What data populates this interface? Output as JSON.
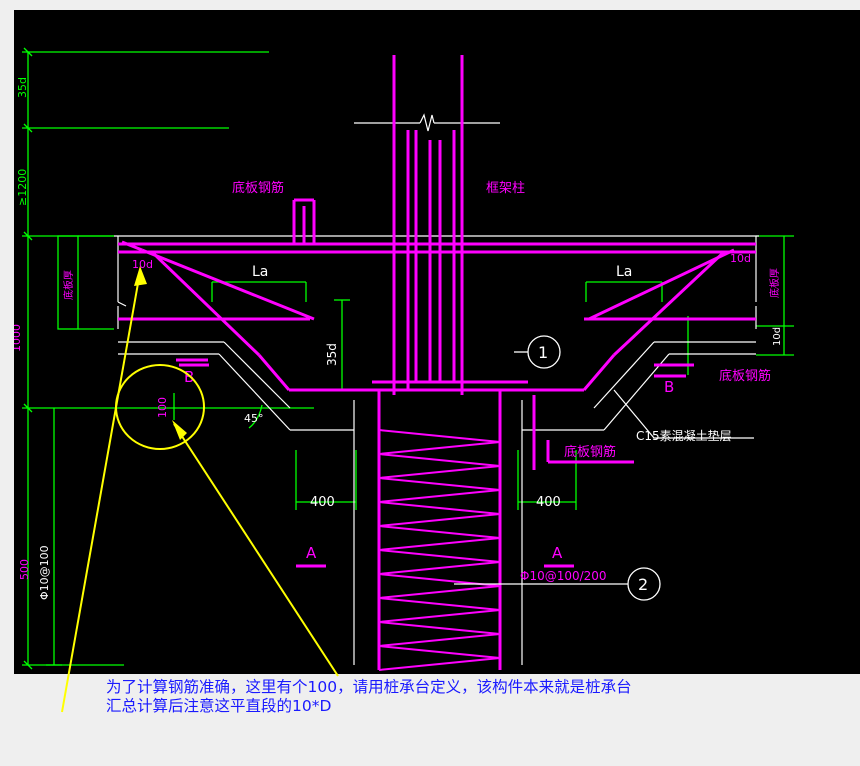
{
  "colors": {
    "background": "#000000",
    "rebar": "#ff00ff",
    "dimension": "#00ff00",
    "outline": "#ffffff",
    "annotation": "#ffff00",
    "note_text": "#1a1aff"
  },
  "drawing": {
    "labels": {
      "bottom_rebar_top_left": "底板钢筋",
      "frame_column": "框架柱",
      "bottom_rebar_right": "底板钢筋",
      "bottom_rebar_lower": "底板钢筋",
      "slab_thickness_left": "底板厚",
      "slab_thickness_right": "底板厚",
      "cushion": "C15素混凝土垫层"
    },
    "dimensions": {
      "top_35d": "35d",
      "ge_1200": "≥1200",
      "side_1000": "1000",
      "la_left": "La",
      "la_right": "La",
      "d10_left": "10d",
      "d10_right": "10d",
      "d10_side": "10d",
      "d35_mid": "35d",
      "dim_100": "100",
      "angle_45": "45°",
      "w400_left": "400",
      "w400_right": "400",
      "left_500": "500",
      "stirrup_left": "Φ10@100"
    },
    "markers": {
      "section_a_left": "A",
      "section_a_right": "A",
      "section_b_left": "B",
      "section_b_right": "B",
      "callout_1": "1",
      "callout_2": "2",
      "stirrup_spec": "Φ10@100/200"
    }
  },
  "note": {
    "line1": "为了计算钢筋准确，这里有个100，请用桩承台定义，该构件本来就是桩承台",
    "line2": "汇总计算后注意这平直段的10*D"
  }
}
